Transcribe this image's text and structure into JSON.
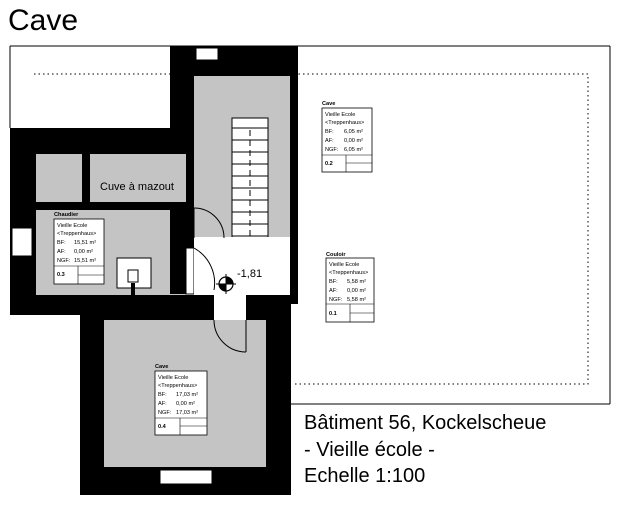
{
  "title": "Cave",
  "caption": {
    "line1": "Bâtiment 56, Kockelscheue",
    "line2": "- Vieille école -",
    "line3": "Echelle 1:100"
  },
  "labels": {
    "cuve": "Cuve à mazout",
    "level": "-1,81"
  },
  "rooms": [
    {
      "name": "Cave",
      "sub1": "Vieille Ecole",
      "sub2": "<Treppenhaus>",
      "bf_label": "BF:",
      "bf": "6,05 m²",
      "af_label": "AF:",
      "af": "0,00 m²",
      "ngf_label": "NGF:",
      "ngf": "6,05 m²",
      "id": "0.2"
    },
    {
      "name": "Couloir",
      "sub1": "Vieille Ecole",
      "sub2": "<Treppenhaus>",
      "bf_label": "BF:",
      "bf": "5,58 m²",
      "af_label": "AF:",
      "af": "0,00 m²",
      "ngf_label": "NGF:",
      "ngf": "5,58 m²",
      "id": "0.1"
    },
    {
      "name": "Chaudier",
      "sub1": "Vieille Ecole",
      "sub2": "<Treppenhaus>",
      "bf_label": "BF:",
      "bf": "15,51 m²",
      "af_label": "AF:",
      "af": "0,00 m²",
      "ngf_label": "NGF:",
      "ngf": "15,51 m²",
      "id": "0.3"
    },
    {
      "name": "Cave",
      "sub1": "Vieille Ecole",
      "sub2": "<Treppenhaus>",
      "bf_label": "BF:",
      "bf": "17,03 m²",
      "af_label": "AF:",
      "af": "0,00 m²",
      "ngf_label": "NGF:",
      "ngf": "17,03 m²",
      "id": "0.4"
    }
  ]
}
